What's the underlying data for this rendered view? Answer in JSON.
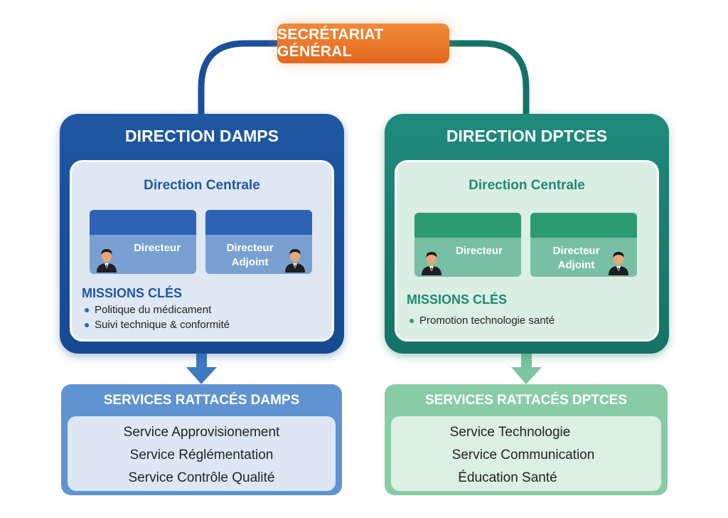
{
  "header": {
    "title": "SECRÉTARIAT GÉNÉRAL"
  },
  "colors": {
    "orange": "#e2671f",
    "blue": "#1f57a3",
    "teal": "#157366",
    "light_blue": "#5f93d2",
    "light_green": "#88cca7"
  },
  "directions": [
    {
      "title": "DIRECTION DAMPS",
      "central": "Direction Centrale",
      "director": "Directeur",
      "deputy_line1": "Directeur",
      "deputy_line2": "Adjoint",
      "missions_title": "MISSIONS CLÉS",
      "missions": [
        "Politique du médicament",
        "Suivi technique & conformité"
      ]
    },
    {
      "title": "DIRECTION DPTCES",
      "central": "Direction Centrale",
      "director": "Directeur",
      "deputy_line1": "Directeur",
      "deputy_line2": "Adjoint",
      "missions_title": "MISSIONS CLÉS",
      "missions": [
        "Promotion technologie santé"
      ]
    }
  ],
  "services": [
    {
      "title": "SERVICES RATTACÉS DAMPS",
      "items": [
        "Service Approvisionement",
        "Service Réglémentation",
        "Service Contrôle Qualité"
      ]
    },
    {
      "title": "SERVICES RATTACÉS DPTCES",
      "items": [
        "Service Technologie",
        "Service Communication",
        "Éducation Santé"
      ]
    }
  ]
}
